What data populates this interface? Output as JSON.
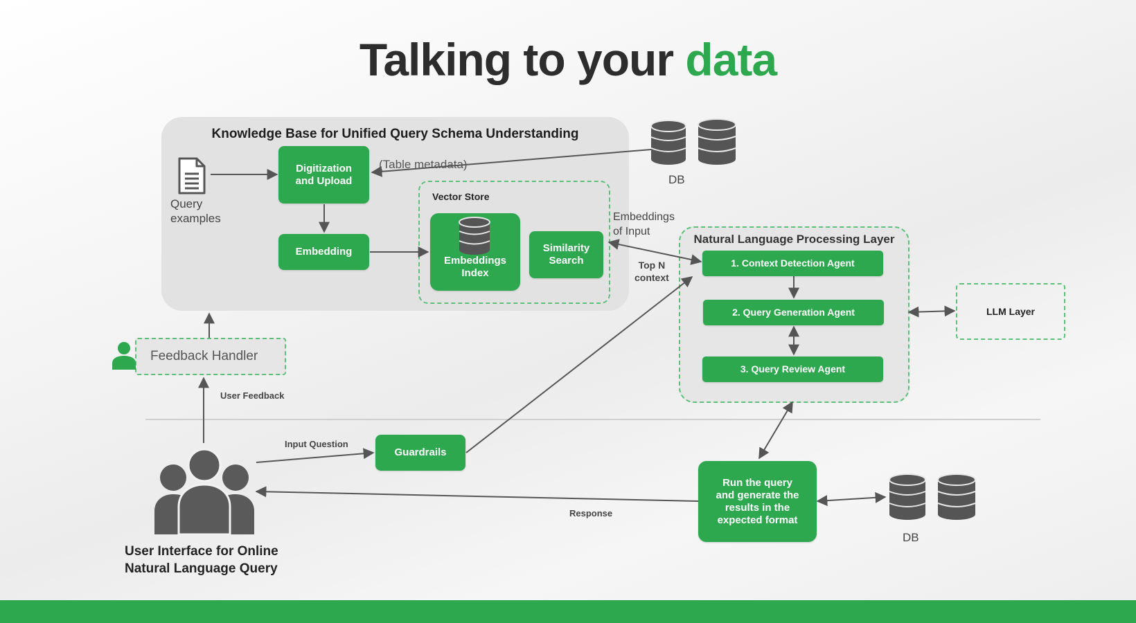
{
  "title": {
    "main": "Talking to your ",
    "accent": "data"
  },
  "knowledge_base": {
    "title": "Knowledge Base for Unified Query Schema Understanding",
    "query_examples": [
      "Query",
      "examples"
    ],
    "digitization": [
      "Digitization",
      "and Upload"
    ],
    "embedding": "Embedding",
    "table_metadata": "(Table metadata)",
    "vector_store": {
      "title": "Vector Store",
      "embeddings_index": [
        "Embeddings",
        "Index"
      ],
      "similarity_search": [
        "Similarity",
        "Search"
      ]
    }
  },
  "db_top": "DB",
  "db_bottom": "DB",
  "embeddings_of_input": [
    "Embeddings",
    "of Input"
  ],
  "top_n_context": [
    "Top N",
    "context"
  ],
  "nlp_layer": {
    "title": "Natural Language Processing Layer",
    "agents": [
      "1. Context Detection Agent",
      "2. Query Generation Agent",
      "3. Query Review Agent"
    ]
  },
  "llm_layer": "LLM Layer",
  "feedback_handler": "Feedback Handler",
  "user_feedback": "User Feedback",
  "input_question": "Input Question",
  "guardrails": "Guardrails",
  "response": "Response",
  "run_query": [
    "Run the query",
    "and generate the",
    "results in the",
    "expected format"
  ],
  "user_interface": [
    "User Interface for Online",
    "Natural Language Query"
  ],
  "colors": {
    "accent": "#2ea84f",
    "dashed": "#5cc07a",
    "db_icon": "#555555"
  }
}
